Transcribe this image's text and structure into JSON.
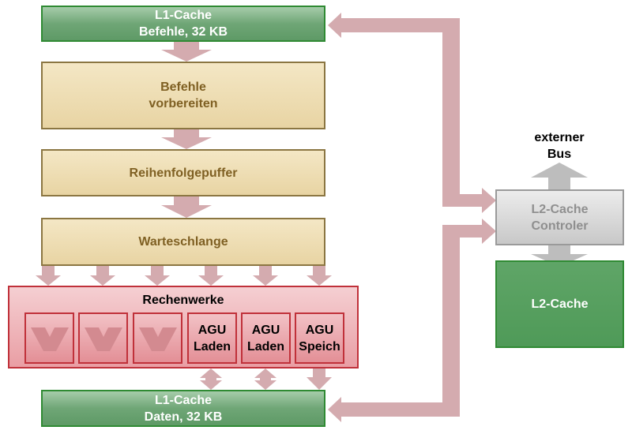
{
  "l1_instr": {
    "line1": "L1-Cache",
    "line2": "Befehle, 32 KB"
  },
  "prepare": {
    "line1": "Befehle",
    "line2": "vorbereiten"
  },
  "reorder": {
    "label": "Reihenfolgepuffer"
  },
  "queue": {
    "label": "Warteschlange"
  },
  "exec": {
    "title": "Rechenwerke",
    "agu_load_1": {
      "line1": "AGU",
      "line2": "Laden"
    },
    "agu_load_2": {
      "line1": "AGU",
      "line2": "Laden"
    },
    "agu_store": {
      "line1": "AGU",
      "line2": "Speich"
    }
  },
  "l1_data": {
    "line1": "L1-Cache",
    "line2": "Daten, 32 KB"
  },
  "bus": {
    "line1": "externer",
    "line2": "Bus"
  },
  "l2_controller": {
    "line1": "L2-Cache",
    "line2": "Controler"
  },
  "l2_cache": {
    "label": "L2-Cache"
  },
  "colors": {
    "arrow_pink": "#d4abaf",
    "arrow_gray": "#bdbdbd",
    "green_border": "#2f8a33",
    "tan_border": "#8b7642",
    "red_border": "#c0313a"
  }
}
